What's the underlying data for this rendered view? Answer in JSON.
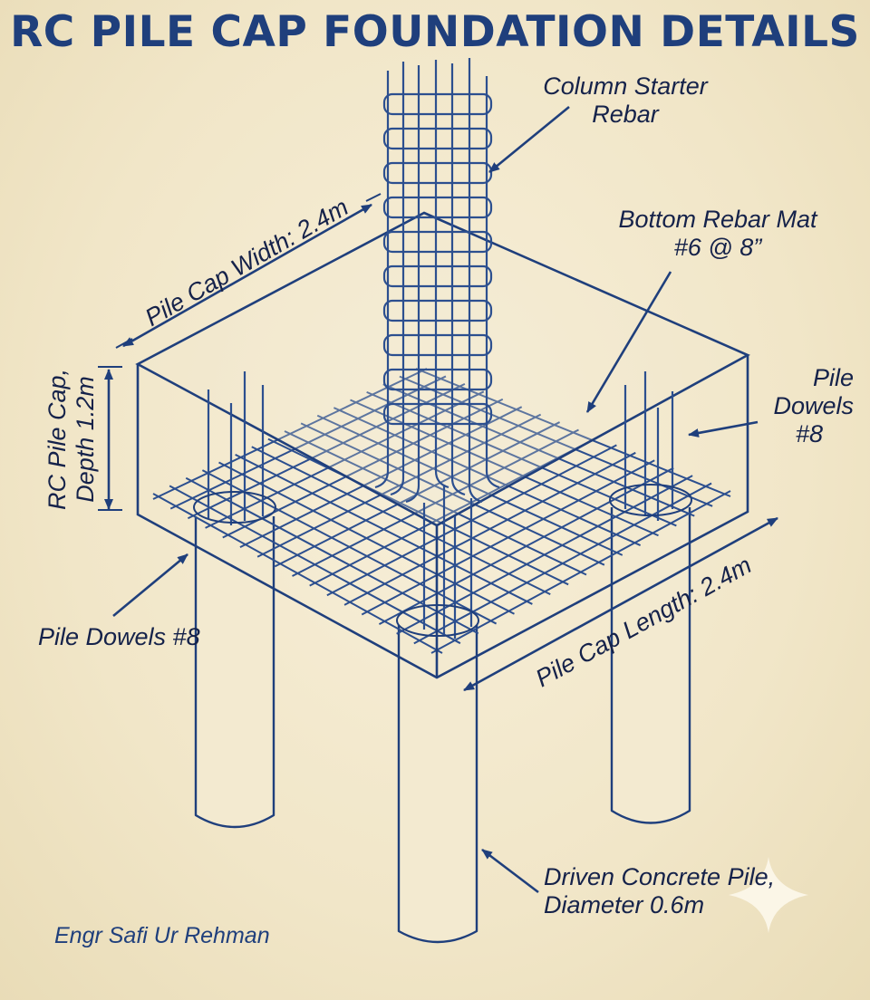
{
  "title": "RC PILE CAP FOUNDATION DETAILS",
  "labels": {
    "column_starter": [
      "Column Starter",
      "Rebar"
    ],
    "bottom_mat": [
      "Bottom Rebar Mat",
      "#6 @ 8”"
    ],
    "pile_dowels_right": [
      "Pile",
      "Dowels",
      "#8"
    ],
    "pile_dowels_left": "Pile Dowels #8",
    "cap_depth": [
      "RC Pile Cap,",
      "Depth 1.2m"
    ],
    "cap_width": "Pile Cap Width: 2.4m",
    "cap_length": "Pile Cap Length: 2.4m",
    "driven_pile": [
      "Driven Concrete Pile,",
      "Diameter 0.6m"
    ]
  },
  "author": "Engr Safi Ur Rehman",
  "colors": {
    "ink": "#1f3f7c",
    "rebar": "#2c4f8f",
    "paper": "#f3ead0",
    "label_text": "#15224a"
  }
}
